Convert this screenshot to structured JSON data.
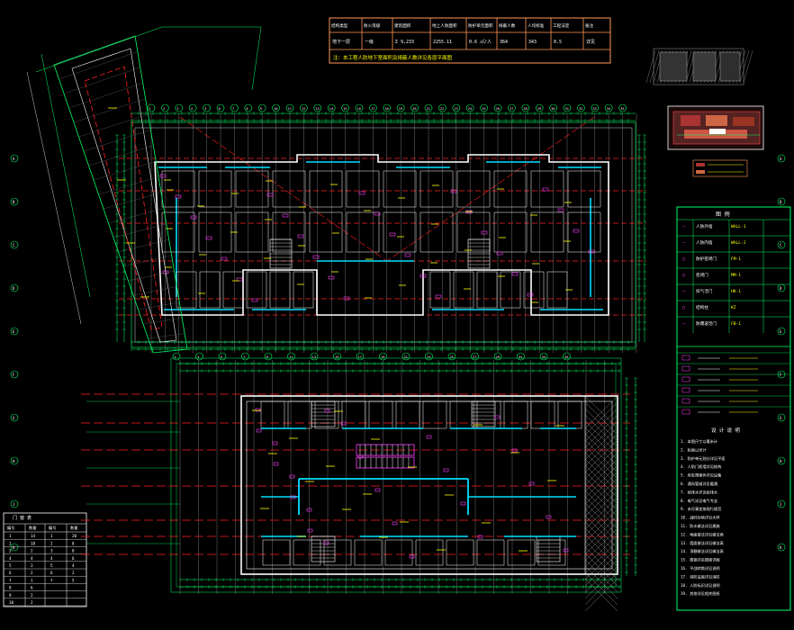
{
  "colors": {
    "background": "#000000",
    "axis": "#ff2020",
    "wall": "#ffffff",
    "wall_alt": "#00e0ff",
    "dimension": "#00ff66",
    "text": "#ffff00",
    "magenta": "#ff40ff",
    "table": "#ff9955",
    "frame": "#00ff66"
  },
  "summary_table": {
    "headers": [
      "结构类型",
      "防火等级",
      "建筑面积",
      "地上人防面积",
      "防护单元面积",
      "掎蔽人数",
      "人均标准",
      "工程法定",
      "备注"
    ],
    "row": [
      "地下一层",
      "一级",
      "Σ 9,233",
      "2255.11",
      "0.6 ㎡/人",
      "364",
      "343",
      "0.5",
      "详见"
    ],
    "note": "注：本工程人防地下室面积及掎蔽人数详见各层平面图"
  },
  "axis_labels": {
    "top_numbers": [
      "1",
      "2",
      "3",
      "4",
      "5",
      "6",
      "7",
      "8",
      "9",
      "10",
      "11",
      "12",
      "13",
      "14",
      "15",
      "16",
      "17",
      "18",
      "19",
      "20",
      "21",
      "22",
      "23",
      "24",
      "25",
      "26",
      "27",
      "28",
      "29",
      "30",
      "31",
      "32",
      "33",
      "34",
      "35"
    ],
    "mid_numbers": [
      "1",
      "3",
      "5",
      "7",
      "9",
      "11",
      "13",
      "15",
      "17",
      "19",
      "21",
      "23",
      "25",
      "27",
      "29",
      "31",
      "33",
      "35"
    ],
    "left_letters": [
      "A",
      "B",
      "C",
      "D",
      "E",
      "F",
      "G",
      "H",
      "J",
      "K"
    ]
  },
  "right_legend": {
    "title": "图 例",
    "rows": [
      [
        "—",
        "人防外墙",
        "WALL-1"
      ],
      [
        "—",
        "人防内墙",
        "WALL-2"
      ],
      [
        "□",
        "防护密闭门",
        "FM-1"
      ],
      [
        "□",
        "密闭门",
        "MM-1"
      ],
      [
        "—",
        "扣气活门",
        "HK-1"
      ],
      [
        "□",
        "结构柱",
        "KZ"
      ],
      [
        "—",
        "防爆波活门",
        "FB-1"
      ]
    ],
    "notes_title": "设 计 说 明",
    "notes": [
      "1. 本图尺寸以毫米计",
      "2. 标高以米计",
      "3. 防护单元划分详见平面",
      "4. 人防门框墙详见结构",
      "5. 所有预埋件详见设备",
      "6. 通风管道详见暖通",
      "7. 给排水详见给排水",
      "8. 电气详见电气专业",
      "9. 未尽事宜按现行规范",
      "10. 战时封堵详见大样",
      "11. 防水做法详见建施",
      "12. 地面做法详见做法表",
      "13. 墙面做法详见做法表",
      "14. 顶棚做法详见做法表",
      "15. 楼梯详见楼梯详图",
      "16. 平战转换详见说明",
      "17. 消防设施详见消防",
      "18. 人防标识详见说明",
      "19. 其他详见相关图纸"
    ]
  },
  "bottom_left_table": {
    "title": "门 窗 表",
    "headers": [
      "编号",
      "数量",
      "编号",
      "数量"
    ],
    "rows": [
      [
        "1",
        "14",
        "1",
        "20"
      ],
      [
        "2",
        "18",
        "2",
        "8"
      ],
      [
        "3",
        "2",
        "3",
        "8"
      ],
      [
        "4",
        "4",
        "4",
        "6"
      ],
      [
        "5",
        "3",
        "5",
        "4"
      ],
      [
        "6",
        "2",
        "6",
        "2"
      ],
      [
        "7",
        "1",
        "7",
        "5"
      ],
      [
        "8",
        "6",
        "",
        ""
      ],
      [
        "9",
        "2",
        "",
        ""
      ],
      [
        "10",
        "2",
        "",
        ""
      ]
    ]
  }
}
